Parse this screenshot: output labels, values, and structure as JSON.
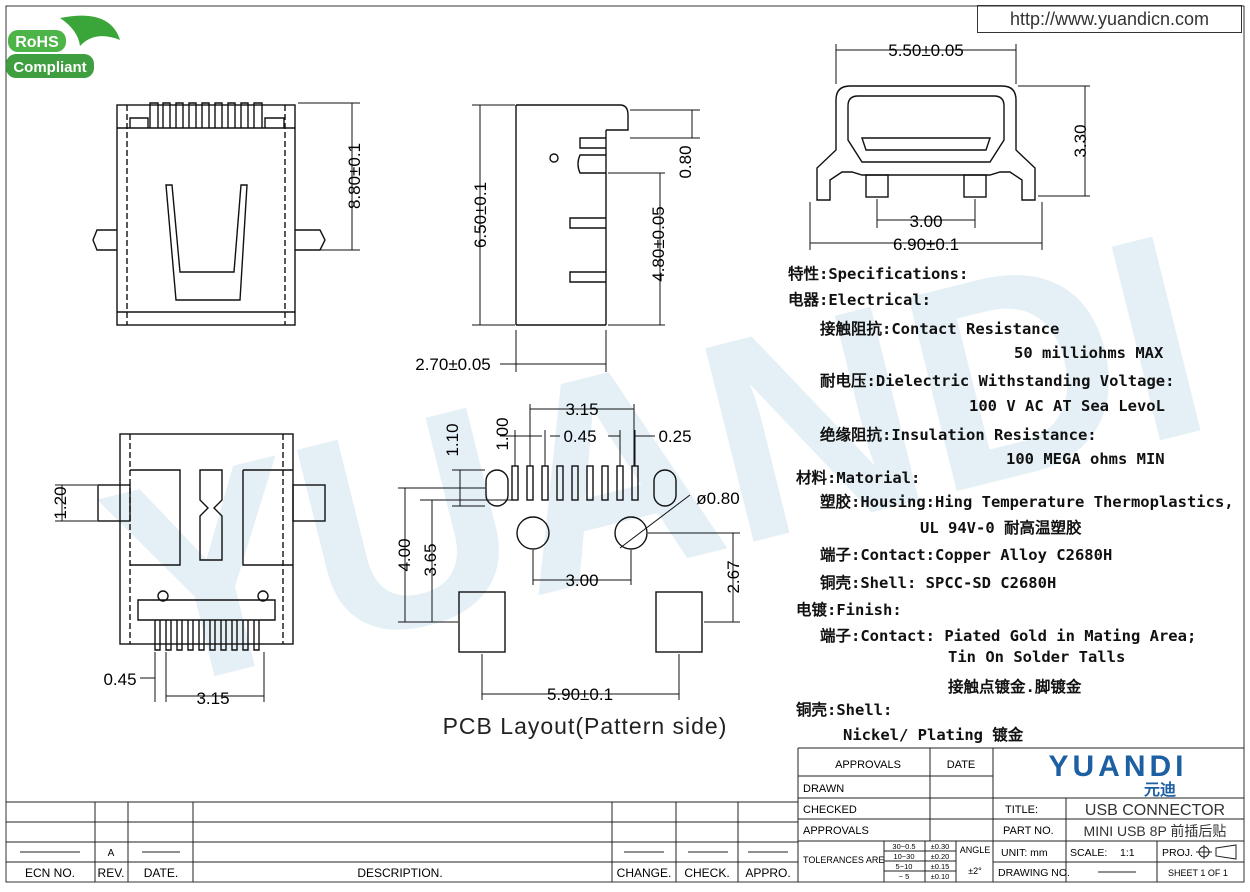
{
  "header": {
    "url": "http://www.yuandicn.com"
  },
  "logo": {
    "rohs": "RoHS",
    "compliant": "Compliant"
  },
  "watermark": "YUANDI",
  "dimensions": {
    "side_height": "8.80±0.1",
    "mid_height": "6.50±0.1",
    "pin_pitch_v": "0.80",
    "mid_inner": "4.80±0.05",
    "mid_depth": "2.70±0.05",
    "front_width": "5.50±0.05",
    "front_height": "3.30",
    "front_pin": "3.00",
    "front_total": "6.90±0.1",
    "bottom_120": "1.20",
    "bottom_045": "0.45",
    "bottom_315": "3.15",
    "pcb_315": "3.15",
    "pcb_100": "1.00",
    "pcb_045": "0.45",
    "pcb_025": "0.25",
    "pcb_110": "1.10",
    "pcb_hole": "ø0.80",
    "pcb_400": "4.00",
    "pcb_365": "3.65",
    "pcb_300": "3.00",
    "pcb_267": "2.67",
    "pcb_590": "5.90±0.1"
  },
  "pcb_caption": "PCB Layout(Pattern side)",
  "specs": [
    "特性:Specifications:",
    "电器:Electrical:",
    "接触阻抗:Contact Resistance",
    "50 milliohms MAX",
    "耐电压:Dielectric Withstanding Voltage:",
    "100 V AC AT Sea LevoL",
    "绝缘阻抗:Insulation Resistance:",
    "100 MEGA ohms MIN",
    "材料:Matorial:",
    "塑胶:Housing:Hing Temperature  Thermoplastics,",
    "UL 94V-0  耐高温塑胶",
    "端子:Contact:Copper Alloy C2680H",
    "铜壳:Shell: SPCC-SD   C2680H",
    "电镀:Finish:",
    "端子:Contact: Piated Gold in Mating Area;",
    "Tin On Solder Talls",
    "接触点镀金.脚镀金",
    "铜壳:Shell:",
    "Nickel/ Plating    镀金"
  ],
  "title_block": {
    "approvals": "APPROVALS",
    "date": "DATE",
    "drawn": "DRAWN",
    "checked": "CHECKED",
    "approvals2": "APPROVALS",
    "tolerances": "TOLERANCES ARE",
    "tol_r1": "30~0.5",
    "tol_r2": "10~30",
    "tol_r3": "5~10",
    "tol_r4": "~ 5",
    "tol_v1": "±0.30",
    "tol_v2": "±0.20",
    "tol_v3": "±0.15",
    "tol_v4": "±0.10",
    "angle": "ANGLE",
    "angle_val": "±2°",
    "brand": "YUANDI",
    "brand_cn": "元迪",
    "title_lbl": "TITLE:",
    "title_val": "USB CONNECTOR",
    "partno_lbl": "PART NO.",
    "partno_val": "MINI USB 8P 前插后贴",
    "unit": "UNIT: mm",
    "scale_lbl": "SCALE:",
    "scale_val": "1:1",
    "proj": "PROJ.",
    "drawing_no": "DRAWING NO.",
    "sheet": "SHEET   1  OF  1"
  },
  "revision_block": {
    "ecn": "ECN  NO.",
    "rev": "REV.",
    "date": "DATE.",
    "description": "DESCRIPTION.",
    "change": "CHANGE.",
    "check": "CHECK.",
    "appro": "APPRO.",
    "rev_val": "A"
  }
}
